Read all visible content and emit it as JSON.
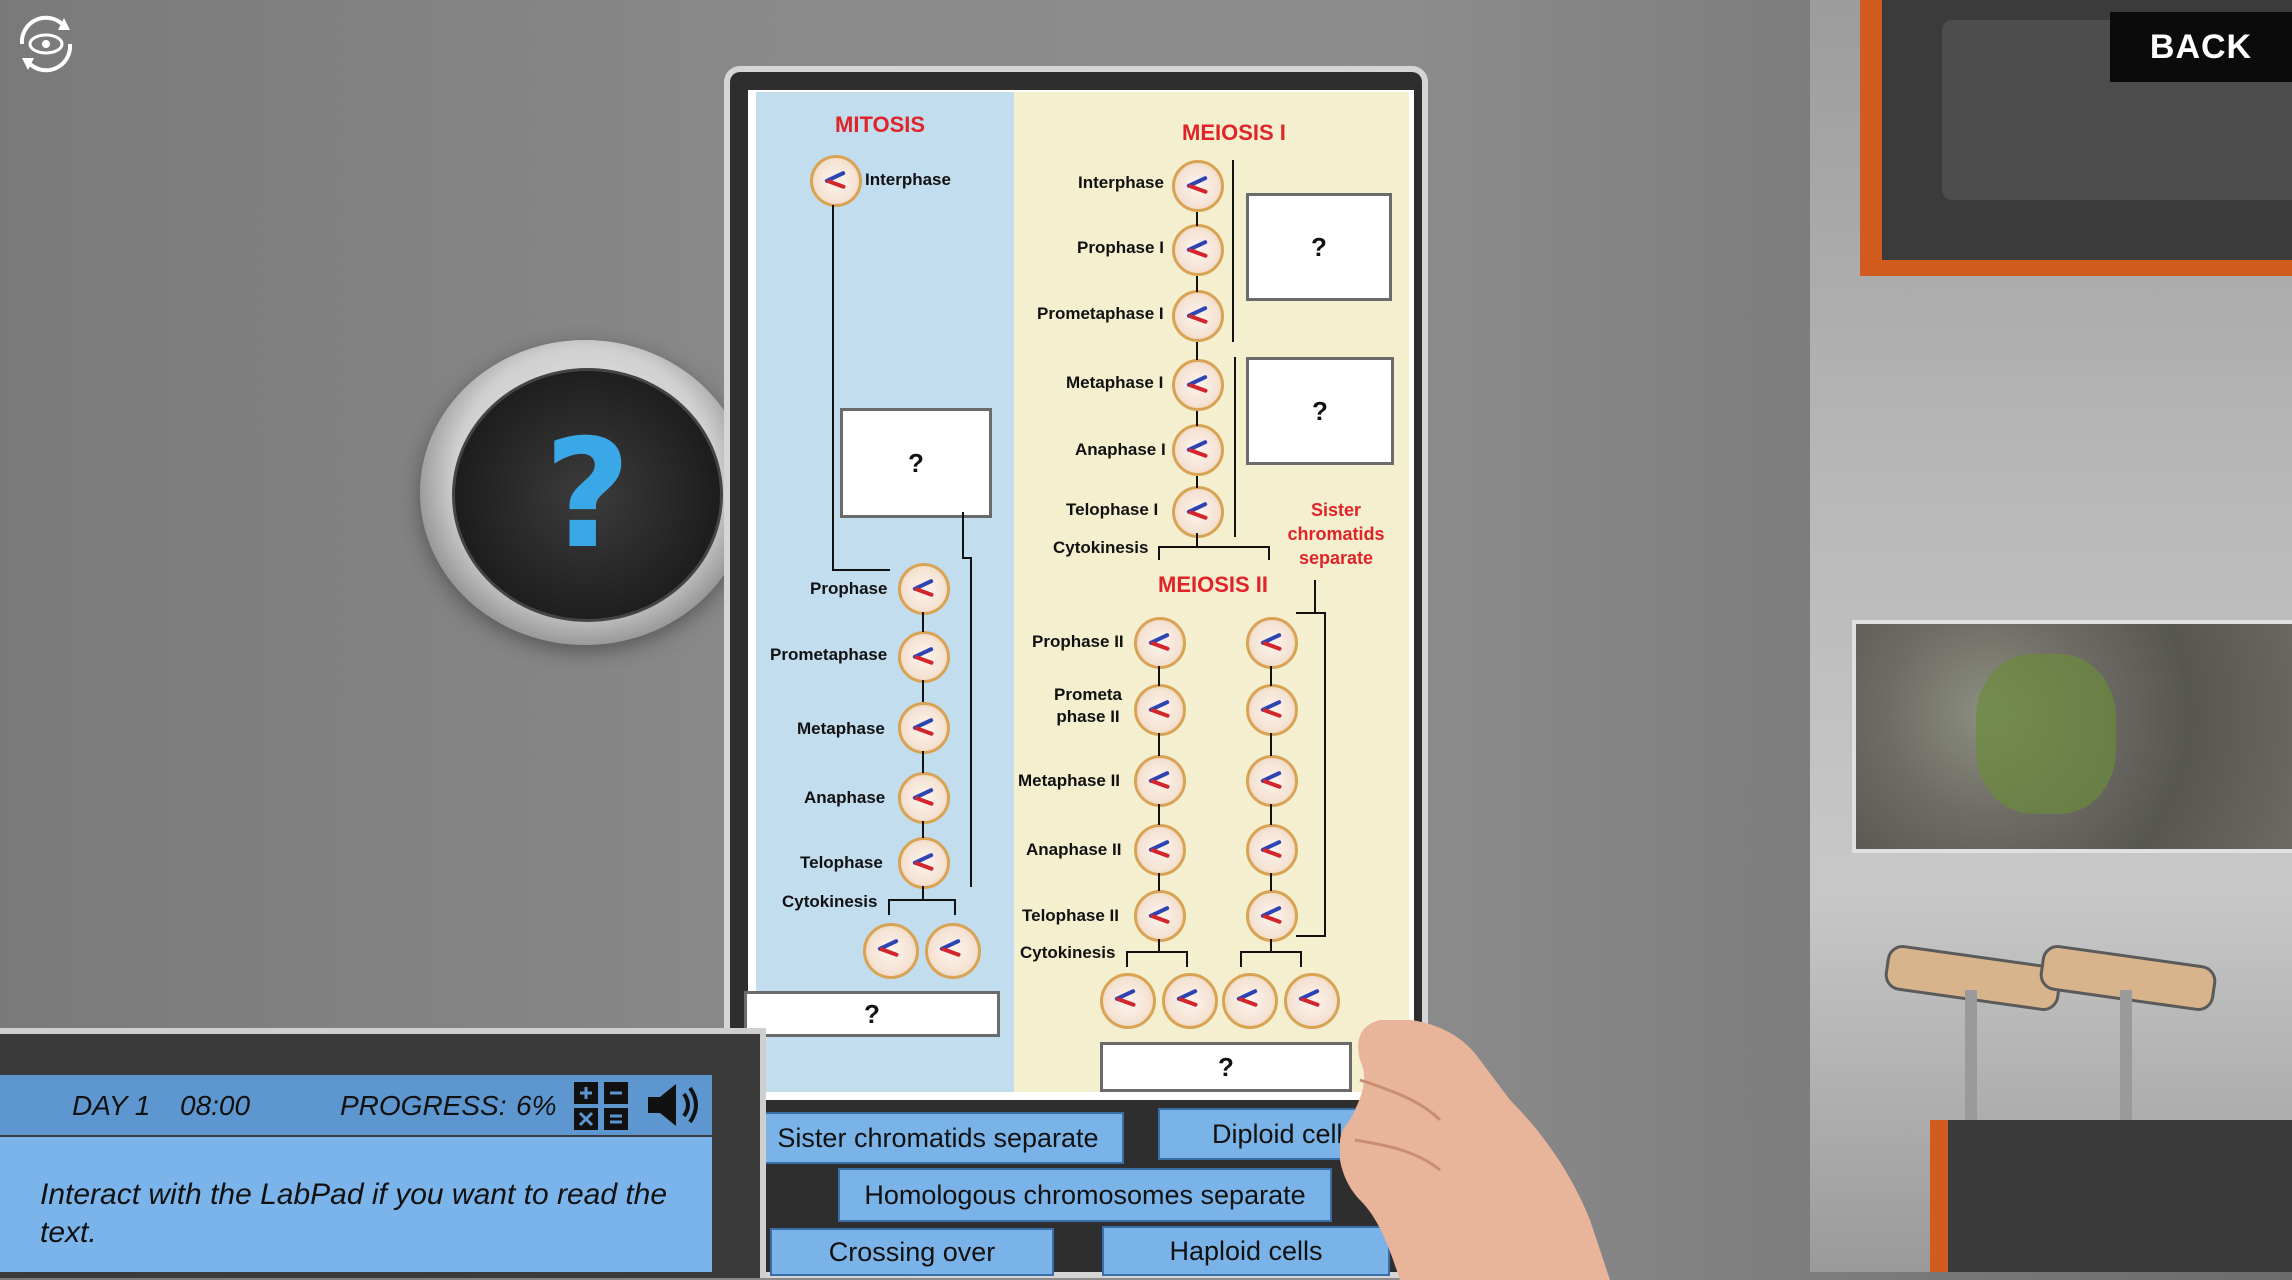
{
  "back_label": "BACK",
  "hud": {
    "day": "DAY 1",
    "time": "08:00",
    "progress_label": "PROGRESS:",
    "progress_value": "6%",
    "message": "Interact with the LabPad if you want to read the text."
  },
  "diagram": {
    "mitosis": {
      "title": "MITOSIS",
      "interphase": "Interphase",
      "stages": [
        "Prophase",
        "Prometaphase",
        "Metaphase",
        "Anaphase",
        "Telophase"
      ],
      "cytokinesis": "Cytokinesis",
      "box_mid": "?",
      "box_bottom": "?"
    },
    "meiosis1": {
      "title": "MEIOSIS I",
      "stages": [
        "Interphase",
        "Prophase I",
        "Prometaphase I",
        "Metaphase I",
        "Anaphase I",
        "Telophase I"
      ],
      "cytokinesis": "Cytokinesis",
      "box_top": "?",
      "box_mid": "?",
      "note": "Sister chromatids separate"
    },
    "meiosis2": {
      "title": "MEIOSIS II",
      "stages": [
        "Prophase II",
        "Prometa phase II",
        "Metaphase II",
        "Anaphase II",
        "Telophase II"
      ],
      "cytokinesis": "Cytokinesis",
      "box_bottom": "?"
    }
  },
  "answers": [
    "Sister chromatids separate",
    "Diploid cells",
    "Homologous chromosomes separate",
    "Crossing over",
    "Haploid cells"
  ],
  "help_symbol": "?"
}
